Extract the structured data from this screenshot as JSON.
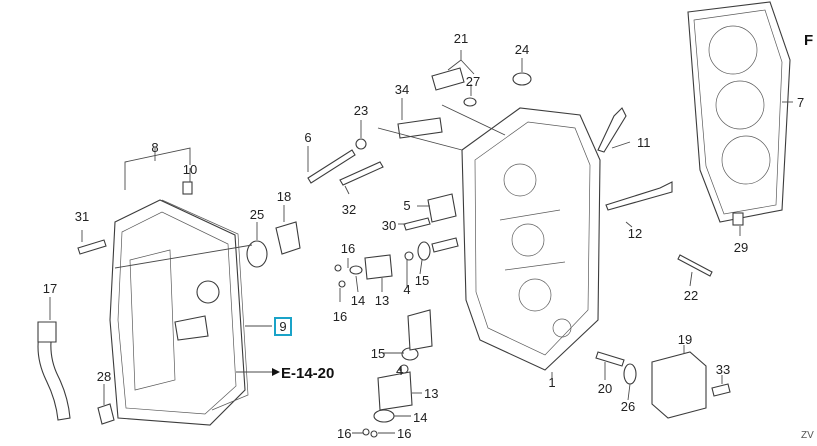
{
  "diagram": {
    "highlighted_part": "9",
    "reference_label": "E-14-20",
    "frame_marker": "F",
    "drawing_code": "ZV",
    "parts": {
      "p1": "1",
      "p4a": "4",
      "p4b": "4",
      "p5": "5",
      "p6": "6",
      "p7": "7",
      "p8": "8",
      "p10": "10",
      "p11": "11",
      "p12": "12",
      "p13a": "13",
      "p13b": "13",
      "p14a": "14",
      "p14b": "14",
      "p15a": "15",
      "p15b": "15",
      "p16a": "16",
      "p16b": "16",
      "p16c": "16",
      "p16d": "16",
      "p17": "17",
      "p18": "18",
      "p19": "19",
      "p20": "20",
      "p21": "21",
      "p22": "22",
      "p23": "23",
      "p24": "24",
      "p25": "25",
      "p26": "26",
      "p27": "27",
      "p28": "28",
      "p29": "29",
      "p30": "30",
      "p31": "31",
      "p32": "32",
      "p33": "33",
      "p34": "34"
    }
  }
}
